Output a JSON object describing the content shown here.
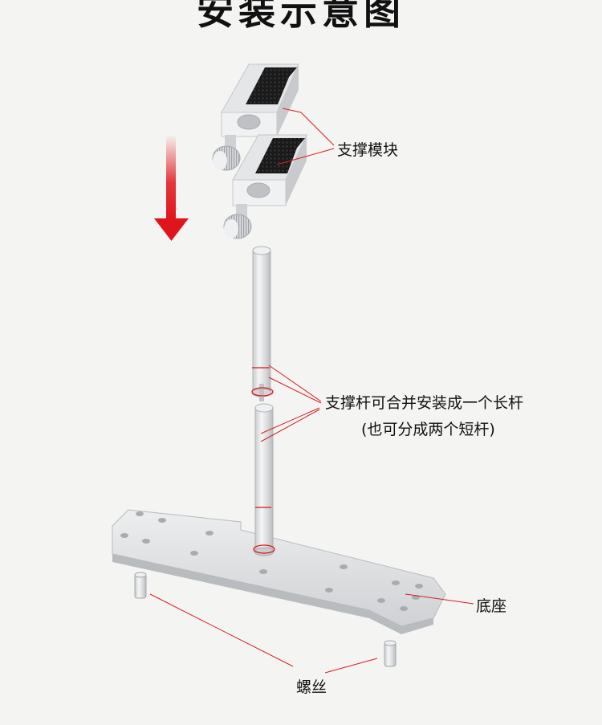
{
  "title": "安装示意图",
  "labels": {
    "support_module": "支撑模块",
    "rod_line1": "支撑杆可合并安装成一个长杆",
    "rod_line2": "(也可分成两个短杆)",
    "base": "底座",
    "screws": "螺丝"
  },
  "colors": {
    "background": "#f4f4f2",
    "arrow": "#e0151b",
    "leader_line": "#d81e24",
    "metal": "#dfe1e3",
    "pad": "#1c1c1c"
  }
}
